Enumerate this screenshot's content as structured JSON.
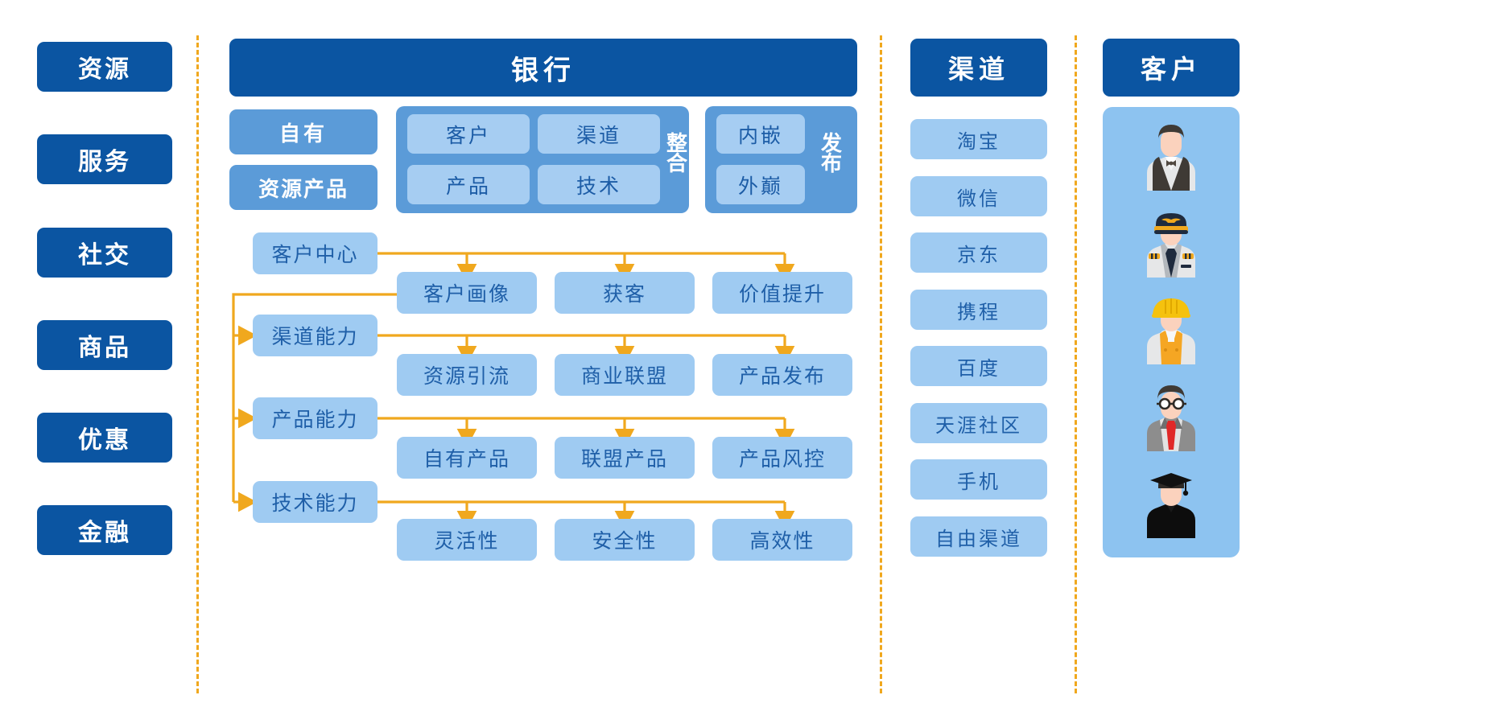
{
  "theme": {
    "navy": "#0b55a2",
    "mid_blue": "#5b9bd8",
    "light_blue": "#9fcbf2",
    "pale_blue": "#a6cdf2",
    "panel_blue": "#8dc3f0",
    "connector_orange": "#f0a81e",
    "text_blue": "#1c5ca6",
    "white": "#ffffff",
    "background": "#ffffff"
  },
  "left_rail": {
    "items": [
      {
        "label": "资源"
      },
      {
        "label": "服务"
      },
      {
        "label": "社交"
      },
      {
        "label": "商品"
      },
      {
        "label": "优惠"
      },
      {
        "label": "金融"
      }
    ]
  },
  "bank": {
    "title": "银行",
    "own_resources": {
      "line1": "自有",
      "line2": "资源产品"
    },
    "integrate": {
      "label": "整合",
      "label_chars": [
        "整",
        "合"
      ],
      "cells": [
        "客户",
        "渠道",
        "产品",
        "技术"
      ]
    },
    "publish": {
      "label": "发布",
      "label_chars": [
        "发",
        "布"
      ],
      "cells": [
        "内嵌",
        "外巅"
      ]
    },
    "flow": {
      "rows": [
        {
          "capability": "客户中心",
          "leaves": [
            "客户画像",
            "获客",
            "价值提升"
          ]
        },
        {
          "capability": "渠道能力",
          "leaves": [
            "资源引流",
            "商业联盟",
            "产品发布"
          ]
        },
        {
          "capability": "产品能力",
          "leaves": [
            "自有产品",
            "联盟产品",
            "产品风控"
          ]
        },
        {
          "capability": "技术能力",
          "leaves": [
            "灵活性",
            "安全性",
            "高效性"
          ]
        }
      ]
    }
  },
  "channel": {
    "title": "渠道",
    "items": [
      {
        "label": "淘宝"
      },
      {
        "label": "微信"
      },
      {
        "label": "京东"
      },
      {
        "label": "携程"
      },
      {
        "label": "百度"
      },
      {
        "label": "天涯社区"
      },
      {
        "label": "手机"
      },
      {
        "label": "自由渠道"
      }
    ]
  },
  "customer": {
    "title": "客户",
    "avatars": [
      {
        "name": "waiter-avatar"
      },
      {
        "name": "pilot-avatar"
      },
      {
        "name": "construction-worker-avatar"
      },
      {
        "name": "businessman-avatar"
      },
      {
        "name": "graduate-avatar"
      }
    ]
  }
}
